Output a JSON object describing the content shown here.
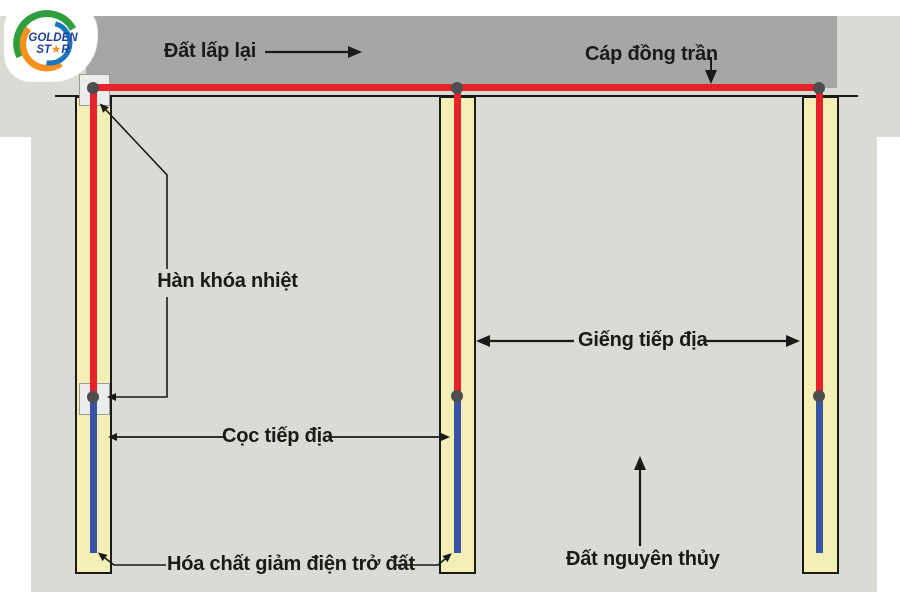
{
  "logo": {
    "line1": "GOLDEN",
    "st": "ST",
    "star": "★",
    "r": "R"
  },
  "labels": {
    "backfill": "Đất lấp lại",
    "bare_copper_cable": "Cáp đồng trần",
    "exothermic_weld": "Hàn khóa nhiệt",
    "ground_rod": "Cọc tiếp địa",
    "ground_well": "Giếng tiếp địa",
    "resistance_reducing_chemical": "Hóa chất giảm điện trở đất",
    "original_soil": "Đất nguyên thủy"
  },
  "colors": {
    "backfill_soil": "#a6a6a4",
    "original_soil": "#dbdbd5",
    "well_fill": "#f4efb4",
    "copper_cable": "#e8222a",
    "ground_rod_blue": "#3a53a5",
    "weld_dot": "#4e4e50",
    "annotation_line": "#1a1a1a",
    "logo_green": "#2e9e3e",
    "logo_orange": "#f6901e",
    "logo_blue": "#1b75bc",
    "logo_text": "#21409a"
  }
}
